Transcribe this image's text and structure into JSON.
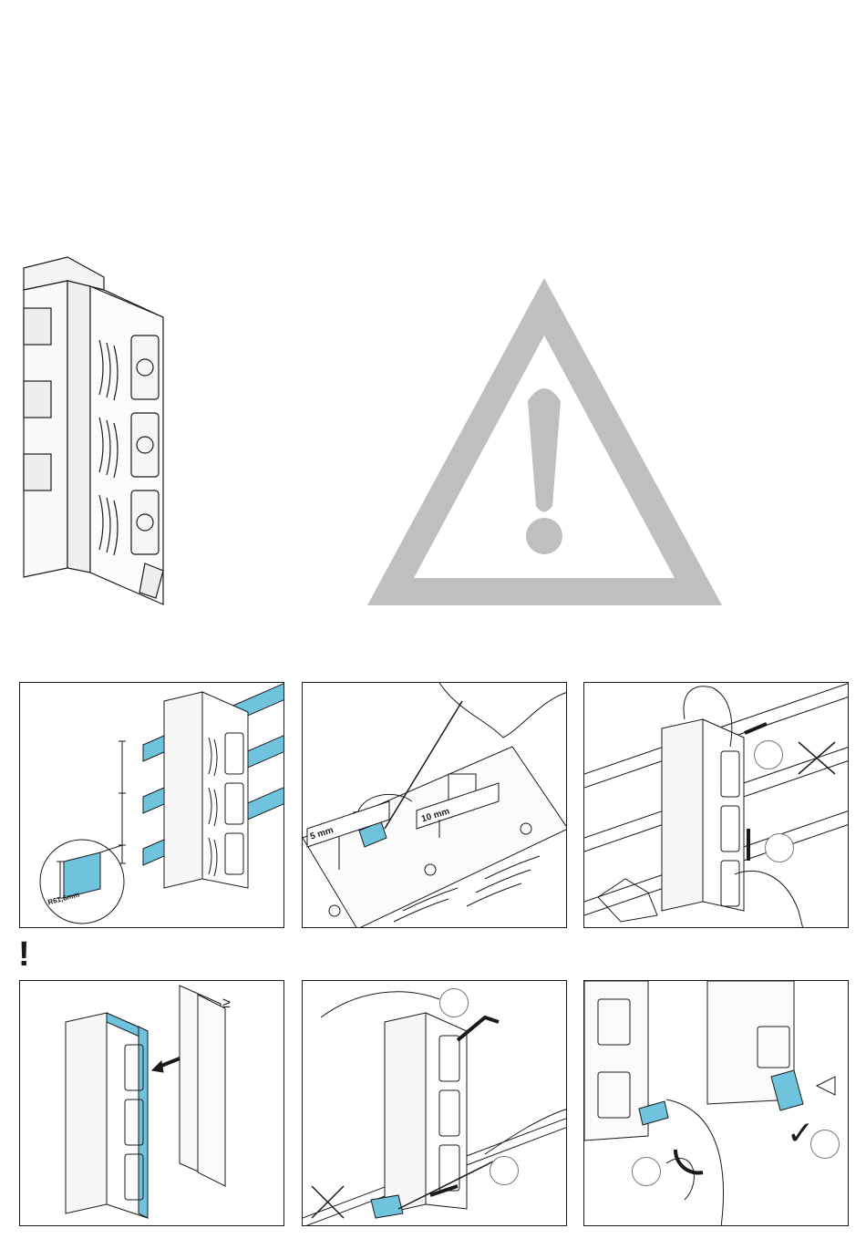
{
  "warning": {
    "symbol": "!",
    "color": "#bfbfbf"
  },
  "notice_mark": "!",
  "panels": {
    "p1": {
      "bend_label": "R61,6mm"
    },
    "p2": {
      "gap_left": "5 mm",
      "gap_right": "10 mm"
    },
    "p4": {
      "min_mark": "≥"
    },
    "p6": {
      "check_mark": "✓"
    }
  },
  "colors": {
    "accent_blue": "#6fc3dc",
    "line": "#1a1a1a",
    "warning_grey": "#bfbfbf"
  }
}
